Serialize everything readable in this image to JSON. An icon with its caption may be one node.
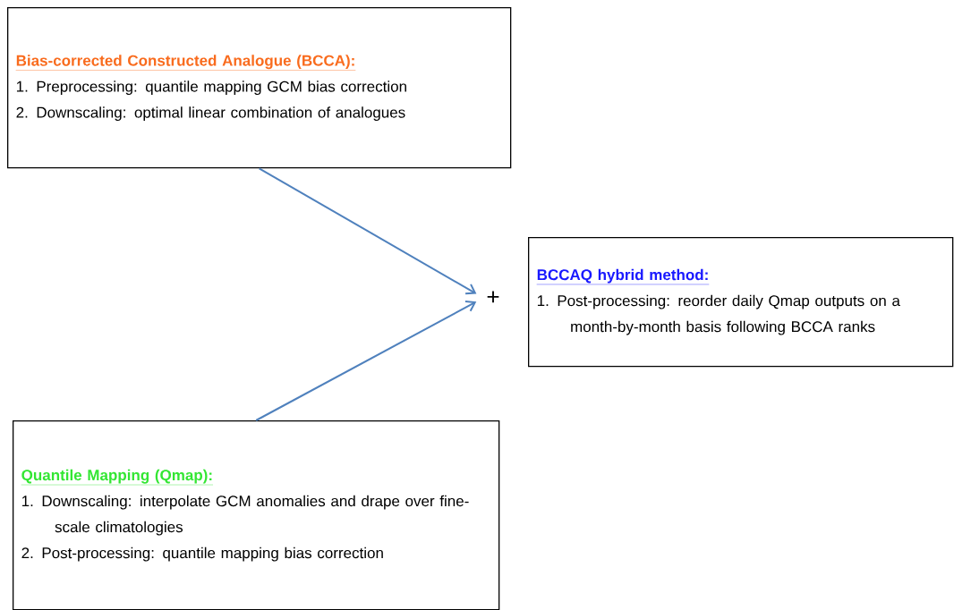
{
  "diagram": {
    "nodes": [
      {
        "text": [
          "Bias-corrected Constructed Analogue (BCCA):",
          "1. Preprocessing: quantile mapping GCM bias correction",
          "2. Downscaling: optimal linear combination of analogues"
        ]
      },
      {
        "text": [
          "+"
        ]
      },
      {
        "text": [
          "BCCAQ hybrid method:",
          "1. Post-processing: reorder daily Qmap outputs on a month-by-month basis following BCCA ranks"
        ]
      },
      {
        "text": [
          "Quantile Mapping (Qmap):",
          "1. Downscaling: interpolate GCM anomalies and drape over fine-scale climatologies",
          "2. Post-processing: quantile mapping bias correction"
        ]
      }
    ],
    "edges": [
      {
        "from": 0,
        "to": 1,
        "arrow": "to"
      },
      {
        "from": 3,
        "to": 1,
        "arrow": "to"
      }
    ]
  }
}
